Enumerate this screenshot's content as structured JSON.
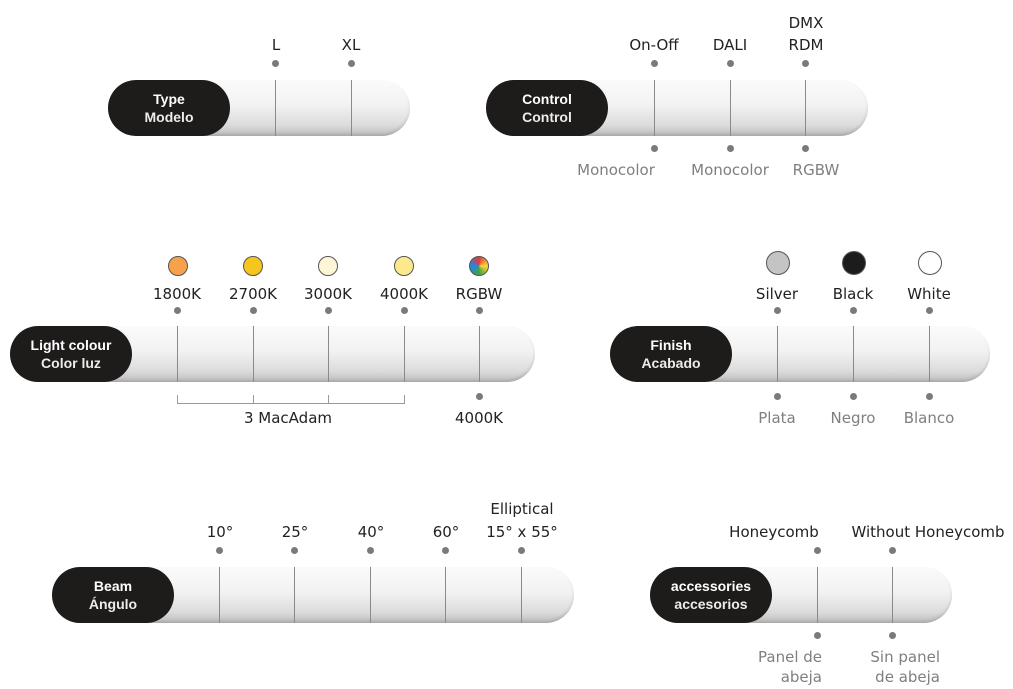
{
  "type": {
    "title": "Type",
    "subtitle": "Modelo",
    "options": [
      "L",
      "XL"
    ]
  },
  "control": {
    "title": "Control",
    "subtitle": "Control",
    "options_top": [
      "On-Off",
      "DALI",
      "DMX RDM"
    ],
    "options_top_dmx_line1": "DMX",
    "options_top_dmx_line2": "RDM",
    "options_bottom": [
      "Monocolor",
      "Monocolor",
      "RGBW"
    ]
  },
  "light_colour": {
    "title": "Light colour",
    "subtitle": "Color luz",
    "options_top": [
      "1800K",
      "2700K",
      "3000K",
      "4000K",
      "RGBW"
    ],
    "swatch_colors": [
      "#f7a24a",
      "#f6c51e",
      "#fff6d8",
      "#fde98d",
      "rgbw"
    ],
    "bracket_label": "3 MacAdam",
    "rgbw_bottom": "4000K"
  },
  "finish": {
    "title": "Finish",
    "subtitle": "Acabado",
    "options_top": [
      "Silver",
      "Black",
      "White"
    ],
    "swatch_colors": [
      "#c4c4c4",
      "#1c1c1c",
      "#ffffff"
    ],
    "options_bottom": [
      "Plata",
      "Negro",
      "Blanco"
    ]
  },
  "beam": {
    "title": "Beam",
    "subtitle": "Ángulo",
    "options_top": [
      "10°",
      "25°",
      "40°",
      "60°",
      "Elliptical 15° x 55°"
    ],
    "elliptical_line1": "Elliptical",
    "elliptical_line2": "15° x 55°"
  },
  "accessories": {
    "title": "accessories",
    "subtitle": "accesorios",
    "options_top": [
      "Honeycomb",
      "Without Honeycomb"
    ],
    "options_bottom": [
      "Panel de abeja",
      "Sin panel de abeja"
    ],
    "bottom_1_line1": "Panel de",
    "bottom_1_line2": "abeja",
    "bottom_2_line1": "Sin panel",
    "bottom_2_line2": "de abeja"
  }
}
